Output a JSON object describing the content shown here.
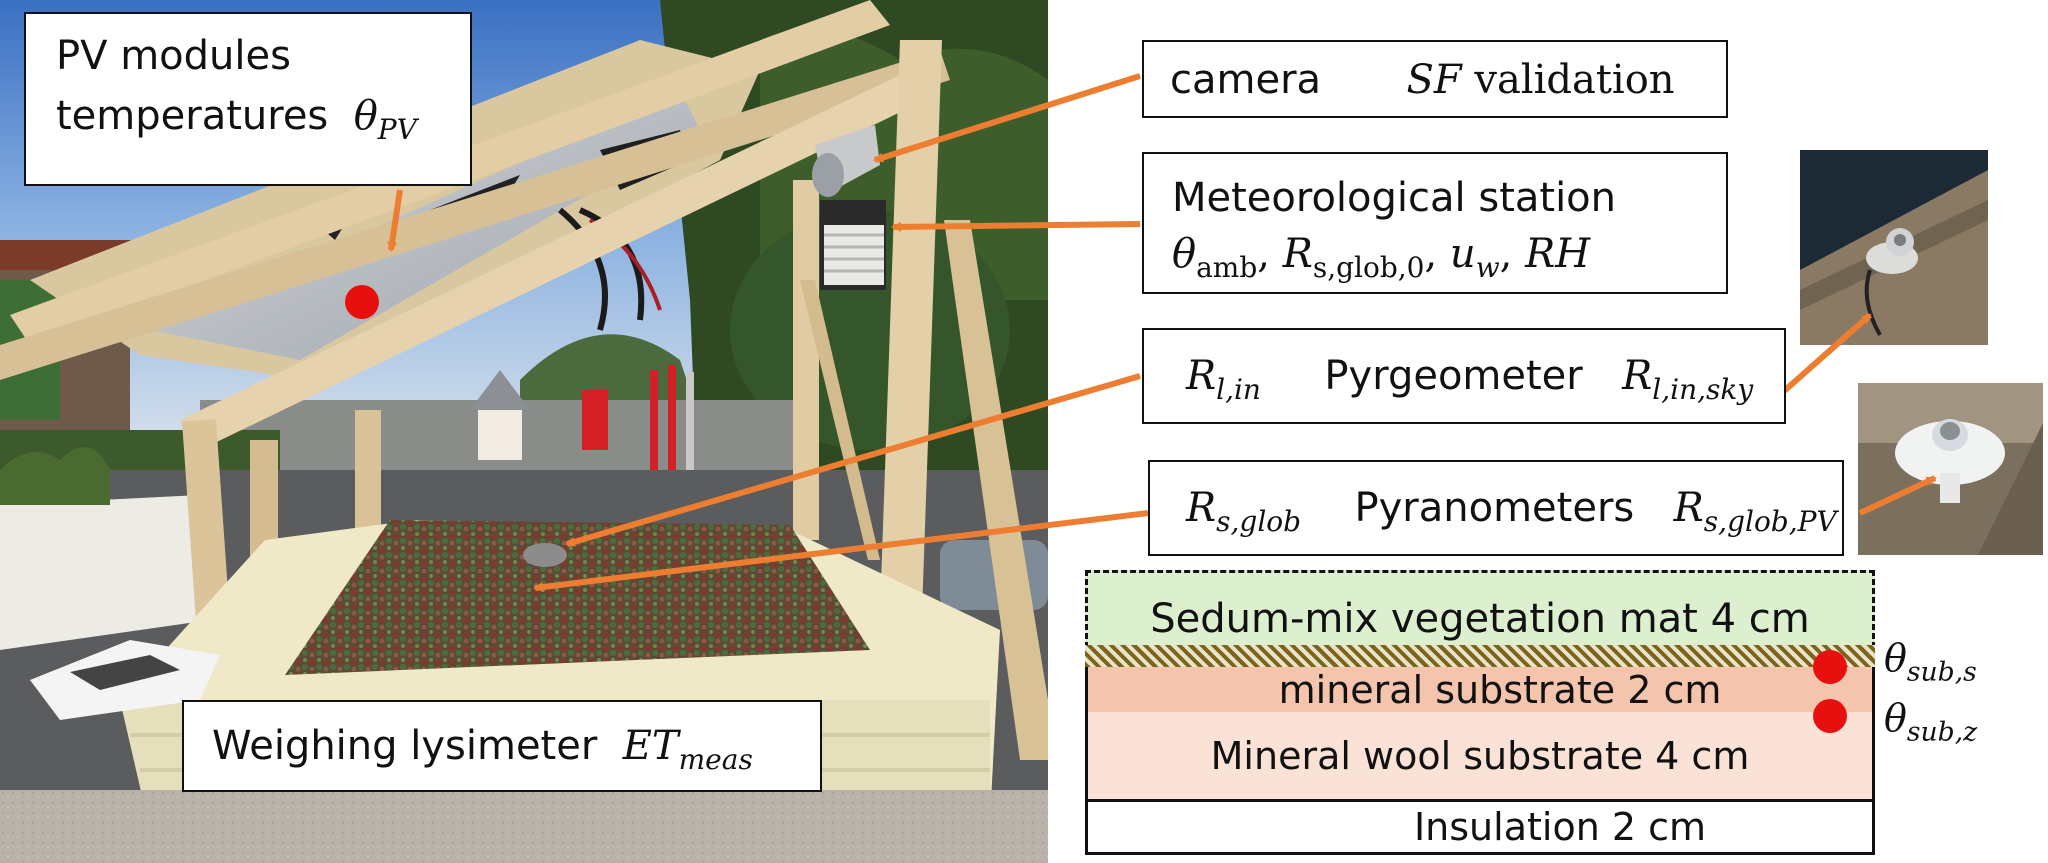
{
  "labels": {
    "pv_modules_line1": "PV modules",
    "pv_modules_line2": "temperatures",
    "pv_symbol_main": "θ",
    "pv_symbol_sub": "PV",
    "camera_text": "camera",
    "sf_symbol": "SF",
    "validation_text": "validation",
    "met_station_title": "Meteorological station",
    "theta": "θ",
    "amb_sub": "amb",
    "R": "R",
    "s_glob_0_sub": "s,glob,0",
    "u": "u",
    "w_sub": "w",
    "RH": "RH",
    "comma": ",",
    "l_in_sub": "l,in",
    "pyrgeometer_text": "Pyrgeometer",
    "l_in_sky_sub": "l,in,sky",
    "s_glob_sub": "s,glob",
    "pyranometers_text": "Pyranometers",
    "s_glob_pv_sub": "s,glob,PV",
    "lysimeter_text": "Weighing lysimeter",
    "ET": "ET",
    "meas_sub": "meas"
  },
  "layers": {
    "vegetation": "Sedum-mix vegetation mat 4 cm",
    "mineral_substrate": "mineral substrate 2 cm",
    "mineral_wool": "Mineral wool substrate 4 cm",
    "insulation": "Insulation 2 cm"
  },
  "sensors": {
    "theta": "θ",
    "sub_s": "sub,s",
    "sub_z": "sub,z"
  },
  "colors": {
    "arrow": "#ed7d31",
    "sensor_dot": "#e8100e",
    "vegetation": "#dcefcf",
    "mineral_substrate": "#f4c4ac",
    "mineral_wool": "#fae2d6",
    "insulation": "#ffffff"
  }
}
